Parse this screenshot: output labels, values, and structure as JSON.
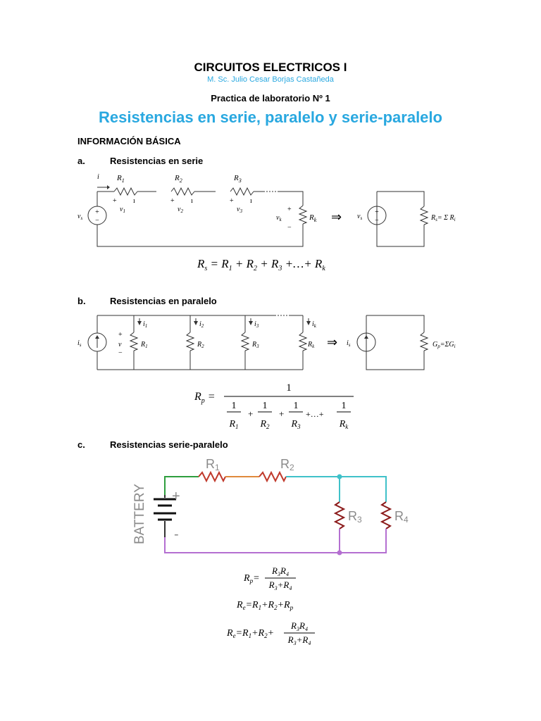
{
  "header": {
    "course_title": "CIRCUITOS ELECTRICOS I",
    "author": "M. Sc. Julio Cesar Borjas Castañeda",
    "lab_title": "Practica de laboratorio Nº 1",
    "main_title": "Resistencias en serie, paralelo y serie-paralelo"
  },
  "section_heading": "INFORMACIÓN BÁSICA",
  "subsections": [
    {
      "letter": "a.",
      "label": "Resistencias en serie"
    },
    {
      "letter": "b.",
      "label": "Resistencias en paralelo"
    },
    {
      "letter": "c.",
      "label": "Resistencias serie-paralelo"
    }
  ],
  "series_circuit": {
    "current": "i",
    "resistors": [
      "R",
      "R",
      "R"
    ],
    "resistor_subs": [
      "1",
      "2",
      "3"
    ],
    "voltages": [
      "v",
      "v",
      "v"
    ],
    "source": "v",
    "source_sub": "s",
    "last_v": "v",
    "last_v_sub": "k",
    "last_r": "R",
    "last_r_sub": "k",
    "eq_label": "R",
    "eq_label_sub": "s",
    "eq_value": "= Σ R",
    "eq_value_sub": "i",
    "arrow": "⇒",
    "formula": "R s = R1 + R2 + R3 +…+ Rk"
  },
  "parallel_circuit": {
    "source": "i",
    "source_sub": "s",
    "currents": [
      "i",
      "i",
      "i",
      "i"
    ],
    "current_subs": [
      "1",
      "2",
      "3",
      "k"
    ],
    "resistors": [
      "R",
      "R",
      "R",
      "R"
    ],
    "resistor_subs": [
      "1",
      "2",
      "3",
      "k"
    ],
    "voltage": "v",
    "eq_label": "G",
    "eq_label_sub": "p",
    "eq_value": "=ΣG",
    "eq_value_sub": "i",
    "arrow": "⇒",
    "formula_lhs": "R",
    "formula_lhs_sub": "p",
    "numerator": "1",
    "ones": [
      "1",
      "1",
      "1",
      "1"
    ],
    "den_subs": [
      "1",
      "2",
      "3",
      "k"
    ],
    "ellipsis": "+…+"
  },
  "series_parallel_circuit": {
    "battery_label": "BATTERY",
    "plus": "+",
    "minus": "-",
    "labels": [
      "R1",
      "R2",
      "R3",
      "R4"
    ],
    "colors": {
      "green": "#2e9e3e",
      "red": "#c0392b",
      "orange": "#e08a3c",
      "teal": "#3fc1c9",
      "purple": "#b46fd1",
      "resistor": "#8b1a1a"
    }
  },
  "formulas": {
    "rp": "Rp = R3R4 / (R3+R4)",
    "re1": "Re = R1 + R2 + Rp",
    "re2": "Re = R1 + R2 + R3R4 / (R3+R4)"
  }
}
